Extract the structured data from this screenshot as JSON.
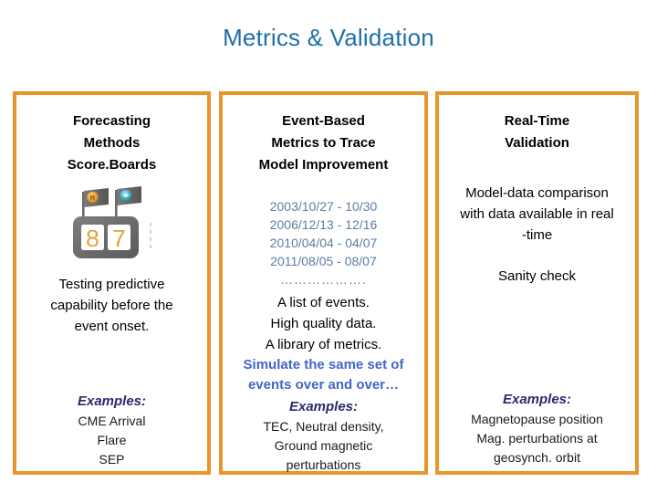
{
  "slide": {
    "title": "Metrics & Validation",
    "title_color": "#1F6FA8",
    "accent_border_color": "#E8962B",
    "background_color": "#FFFFFF"
  },
  "columns": [
    {
      "id": "forecasting-methods-scoreboards",
      "heading": "Forecasting\nMethods\nScore.Boards",
      "heading_lines": [
        "Forecasting",
        "Methods",
        "Score.Boards"
      ],
      "icon": {
        "name": "scoreboard-icon",
        "body_color": "#6E6E6E",
        "panel_color": "#FFFFFF",
        "digit_color": "#E7B35A",
        "digits": [
          "8",
          "7"
        ],
        "flags": [
          {
            "emblem_color": "#E9A23B",
            "cloth_color": "#6B6B6B"
          },
          {
            "emblem_color": "#3FB3C6",
            "cloth_color": "#6B6B6B"
          }
        ]
      },
      "body_lines": [
        "Testing predictive",
        "capability before the",
        "event onset."
      ],
      "examples_label": "Examples:",
      "examples_lines": [
        "CME Arrival",
        "Flare",
        "SEP"
      ]
    },
    {
      "id": "event-based-metrics",
      "heading_lines": [
        "Event-Based",
        "Metrics to Trace",
        "Model Improvement"
      ],
      "dates": [
        "2003/10/27 - 10/30",
        "2006/12/13 - 12/16",
        "2010/04/04 - 04/07",
        "2011/08/05 - 08/07"
      ],
      "dates_continuation": "……………….",
      "dates_color": "#5B7EA3",
      "body_lines": [
        "A list of events.",
        "High quality data.",
        "A library of metrics."
      ],
      "highlight_lines": [
        "Simulate the same set of",
        "events over and over…"
      ],
      "highlight_color": "#4465C8",
      "examples_label": "Examples:",
      "examples_lines": [
        "TEC, Neutral density,",
        "Ground magnetic",
        "perturbations"
      ]
    },
    {
      "id": "real-time-validation",
      "heading_lines": [
        "Real-Time",
        "Validation"
      ],
      "body_lines": [
        "Model-data comparison",
        "with data available in real",
        "-time"
      ],
      "secondary_line": "Sanity check",
      "examples_label": "Examples:",
      "examples_lines": [
        "Magnetopause position",
        "Mag. perturbations at",
        "geosynch. orbit"
      ]
    }
  ]
}
